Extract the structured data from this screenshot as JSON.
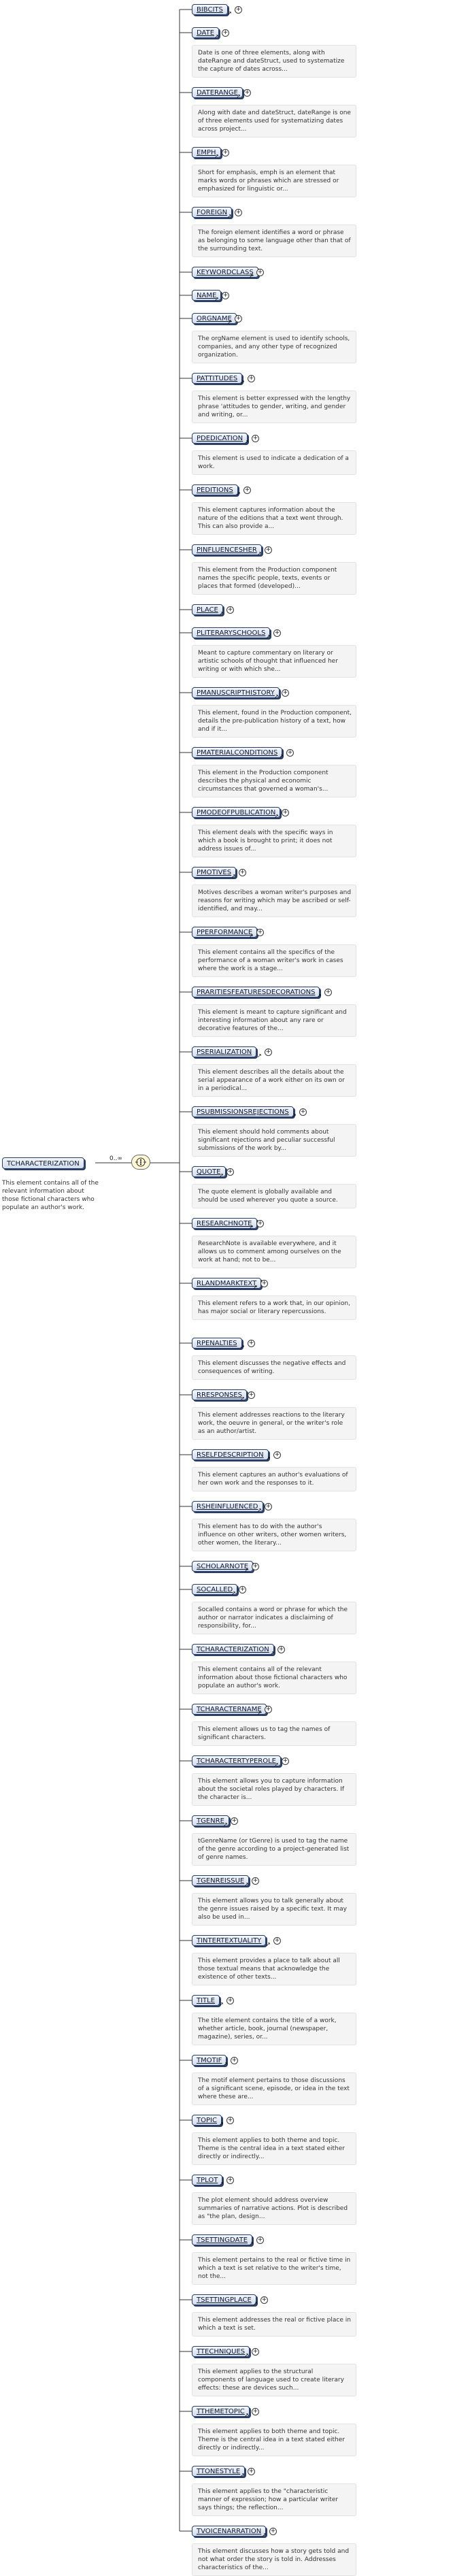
{
  "root": {
    "label": "TCHARACTERIZATION",
    "description": "This element contains all of the relevant information about those fictional characters who populate an author's work.",
    "cardinality": "0..∞"
  },
  "children": [
    {
      "label": "BIBCITS",
      "prefix": "",
      "desc": ""
    },
    {
      "label": "DATE",
      "prefix": "",
      "desc": "Date is one of three elements, along with dateRange and dateStruct, used to systematize the capture of dates across..."
    },
    {
      "label": "DATERANGE",
      "prefix": "",
      "desc": "Along with date and dateStruct, dateRange is one of three elements used for systematizing dates across project..."
    },
    {
      "label": "EMPH",
      "prefix": "",
      "desc": "Short for emphasis, emph is an element that marks words or phrases which are stressed or emphasized for linguistic or..."
    },
    {
      "label": "FOREIGN",
      "prefix": "",
      "desc": "The foreign element identifies a word or phrase as belonging to some language other than that of the surrounding text."
    },
    {
      "label": "KEYWORDCLASS",
      "prefix": "",
      "desc": ""
    },
    {
      "label": "NAME",
      "prefix": "",
      "desc": ""
    },
    {
      "label": "ORGNAME",
      "prefix": "",
      "desc": "The orgName element is used to identify schools, companies, and any other type of recognized organization."
    },
    {
      "label": "PATTITUDES",
      "prefix": "",
      "desc": "This element is better expressed with the lengthy phrase 'attitudes to gender, writing, and gender and writing, or..."
    },
    {
      "label": "PDEDICATION",
      "prefix": "",
      "desc": "This element is used to indicate a dedication of a work."
    },
    {
      "label": "PEDITIONS",
      "prefix": "",
      "desc": "This element captures information about the nature of the editions that a text went through. This can also provide a..."
    },
    {
      "label": "PINFLUENCESHER",
      "prefix": "",
      "desc": "This element from the Production component names the specific people, texts, events or places that formed (developed)..."
    },
    {
      "label": "PLACE",
      "prefix": "",
      "desc": ""
    },
    {
      "label": "PLITERARYSCHOOLS",
      "prefix": "",
      "desc": "Meant to capture commentary on literary or artistic schools of thought that influenced her writing or with which she..."
    },
    {
      "label": "PMANUSCRIPTHISTORY",
      "prefix": "",
      "desc": "This element, found in the Production component, details the pre-publication history of a text, how and if it..."
    },
    {
      "label": "PMATERIALCONDITIONS",
      "prefix": "",
      "desc": "This element in the Production component describes the physical and economic circumstances that governed a woman's..."
    },
    {
      "label": "PMODEOFPUBLICATION",
      "prefix": "",
      "desc": "This element deals with the specific ways in which a book is brought to print; it does not address issues of..."
    },
    {
      "label": "PMOTIVES",
      "prefix": "",
      "desc": "Motives describes a woman writer's purposes and reasons for writing which may be ascribed or self-identified, and may..."
    },
    {
      "label": "PPERFORMANCE",
      "prefix": "",
      "desc": "This element contains all the specifics of the performance of a woman writer's work in cases where the work is a stage..."
    },
    {
      "label": "PRARITIESFEATURESDECORATIONS",
      "prefix": "",
      "desc": "This element is meant to capture significant and interesting information about any rare or decorative features of the..."
    },
    {
      "label": "PSERIALIZATION",
      "prefix": "",
      "desc": "This element describes all the details about the serial appearance of a work either on its own or in a periodical..."
    },
    {
      "label": "PSUBMISSIONSREJECTIONS",
      "prefix": "",
      "desc": "This element should hold comments about significant rejections and peculiar successful submissions of the work by..."
    },
    {
      "label": "QUOTE",
      "prefix": "",
      "desc": "The quote element is globally available and should be used wherever you quote a source."
    },
    {
      "label": "RESEARCHNOTE",
      "prefix": "",
      "desc": "ResearchNote is available everywhere, and it allows us to comment among ourselves on the work at hand; not to be..."
    },
    {
      "label": "RLANDMARKTEXT",
      "prefix": "",
      "desc": "This element refers to a work that, in our opinion, has major social or literary repercussions."
    },
    {
      "label": "RPENALTIES",
      "prefix": "",
      "desc": "This element discusses the negative effects and consequences of writing."
    },
    {
      "label": "RRESPONSES",
      "prefix": "",
      "desc": "This element addresses reactions to the literary work, the oeuvre in general, or the writer's role as an author/artist."
    },
    {
      "label": "RSELFDESCRIPTION",
      "prefix": "",
      "desc": "This element captures an author's evaluations of her own work and the responses to it."
    },
    {
      "label": "RSHEINFLUENCED",
      "prefix": "",
      "desc": "This element has to do with the author's influence on other writers, other women writers, other women, the literary..."
    },
    {
      "label": "SCHOLARNOTE",
      "prefix": "",
      "desc": ""
    },
    {
      "label": "SOCALLED",
      "prefix": "",
      "desc": "Socalled contains a word or phrase for which the author or narrator indicates a disclaiming of responsibility, for..."
    },
    {
      "label": "TCHARACTERIZATION",
      "prefix": "",
      "desc": "This element contains all of the relevant information about those fictional characters who populate an author's work."
    },
    {
      "label": "TCHARACTERNAME",
      "prefix": "",
      "desc": "This element allows us to tag the names of significant characters."
    },
    {
      "label": "TCHARACTERTYPEROLE",
      "prefix": "",
      "desc": "This element allows you to capture information about the societal roles played by characters. If the character is..."
    },
    {
      "label": "TGENRE",
      "prefix": "",
      "desc": "tGenreName (or tGenre) is used to tag the name of the genre according to a project-generated list of genre names."
    },
    {
      "label": "TGENREISSUE",
      "prefix": "",
      "desc": "This element allows you to talk generally about the genre issues raised by a specific text. It may also be used in..."
    },
    {
      "label": "TINTERTEXTUALITY",
      "prefix": "",
      "desc": "This element provides a place to talk about all those textual means that acknowledge the existence of other texts..."
    },
    {
      "label": "TITLE",
      "prefix": "",
      "desc": "The title element contains the title of a work, whether article, book, journal (newspaper, magazine), series, or..."
    },
    {
      "label": "TMOTIF",
      "prefix": "",
      "desc": "The motif element pertains to those discussions of a significant scene, episode, or idea in the text where these are..."
    },
    {
      "label": "TOPIC",
      "prefix": "",
      "desc": "This element applies to both theme and topic. Theme is the central idea in a text stated either directly or indirectly..."
    },
    {
      "label": "TPLOT",
      "prefix": "",
      "desc": "The plot element should address overview summaries of narrative actions. Plot is described as \"the plan, design..."
    },
    {
      "label": "TSETTINGDATE",
      "prefix": "",
      "desc": "This element pertains to the real or fictive time in which a text is set relative to the writer's time, not the..."
    },
    {
      "label": "TSETTINGPLACE",
      "prefix": "",
      "desc": "This element addresses the real or fictive place in which a text is set."
    },
    {
      "label": "TTECHNIQUES",
      "prefix": "",
      "desc": "This element applies to the structural components of language used to create literary effects: these are devices such..."
    },
    {
      "label": "TTHEMETOPIC",
      "prefix": "",
      "desc": "This element applies to both theme and topic. Theme is the central idea in a text stated either directly or indirectly..."
    },
    {
      "label": "TTONESTYLE",
      "prefix": "",
      "desc": "This element applies to the \"characteristic manner of expression; how a particular writer says things; the reflection..."
    },
    {
      "label": "TVOICENARRATION",
      "prefix": "",
      "desc": "This element discusses how a story gets told and not what order the story is told in. Addresses characteristics of the..."
    }
  ]
}
